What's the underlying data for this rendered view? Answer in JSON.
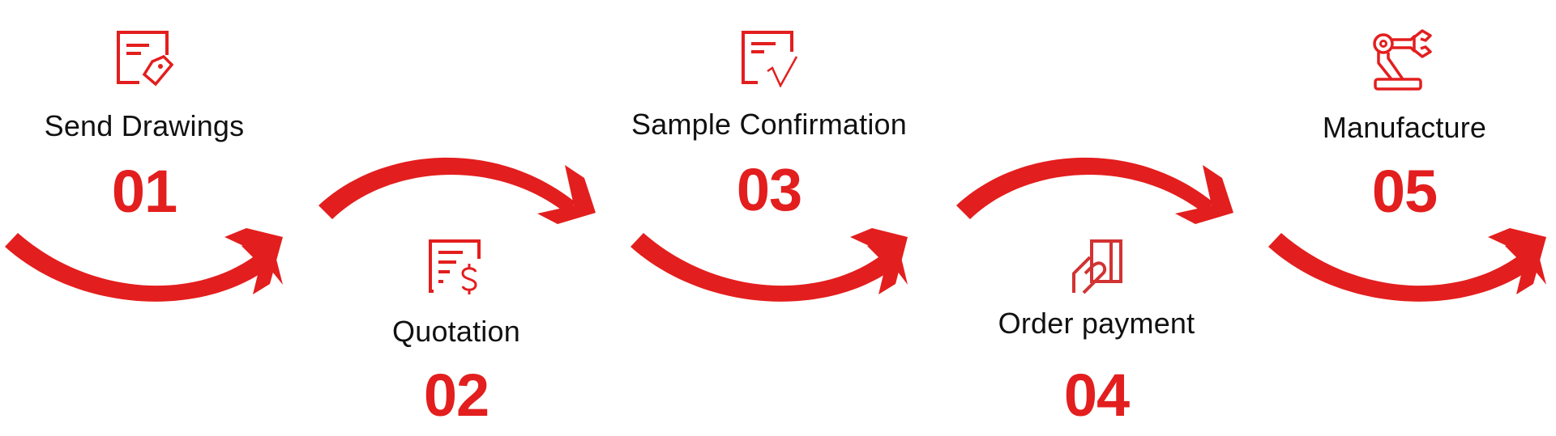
{
  "diagram": {
    "type": "process-flow",
    "accent_color": "#E31E1E",
    "text_color": "#111111",
    "steps": [
      {
        "number": "01",
        "label": "Send Drawings",
        "icon": "document-tag-icon",
        "position": "top"
      },
      {
        "number": "02",
        "label": "Quotation",
        "icon": "document-dollar-icon",
        "position": "bottom"
      },
      {
        "number": "03",
        "label": "Sample Confirmation",
        "icon": "document-check-icon",
        "position": "top"
      },
      {
        "number": "04",
        "label": "Order payment",
        "icon": "hand-payment-icon",
        "position": "bottom"
      },
      {
        "number": "05",
        "label": "Manufacture",
        "icon": "robotic-arm-icon",
        "position": "top"
      }
    ],
    "connectors": [
      {
        "shape": "curved-arrow-smile",
        "direction": "right"
      },
      {
        "shape": "curved-arrow-frown",
        "direction": "right"
      },
      {
        "shape": "curved-arrow-smile",
        "direction": "right"
      },
      {
        "shape": "curved-arrow-frown",
        "direction": "right"
      },
      {
        "shape": "curved-arrow-smile",
        "direction": "right"
      }
    ]
  }
}
